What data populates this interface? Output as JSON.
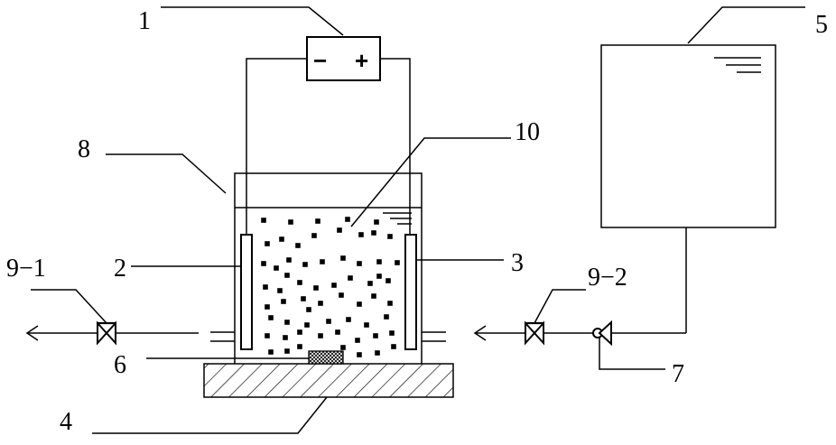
{
  "power_supply": {
    "minus": "−",
    "plus": "+"
  },
  "labels": {
    "l1": "1",
    "l2": "2",
    "l3": "3",
    "l4": "4",
    "l5": "5",
    "l6": "6",
    "l7": "7",
    "l8": "8",
    "l9_1": "9−1",
    "l9_2": "9−2",
    "l10": "10"
  }
}
